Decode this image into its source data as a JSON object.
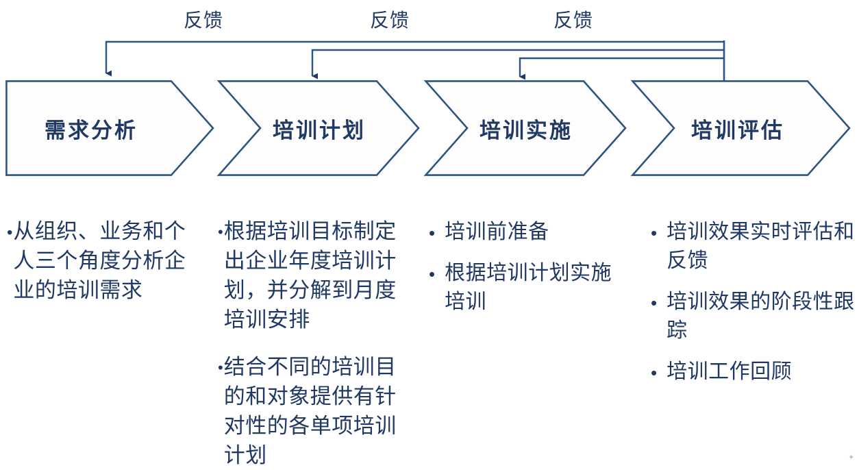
{
  "diagram": {
    "title_implied": "培训流程",
    "colors": {
      "stroke": "#2E5481",
      "text": "#1F3864",
      "background": "#FFFFFF",
      "fill": "#FDFDFD"
    },
    "stages": [
      {
        "label": "需求分析",
        "id": "stage-1"
      },
      {
        "label": "培训计划",
        "id": "stage-2"
      },
      {
        "label": "培训实施",
        "id": "stage-3"
      },
      {
        "label": "培训评估",
        "id": "stage-4"
      }
    ],
    "feedback_labels": [
      {
        "label": "反馈"
      },
      {
        "label": "反馈"
      },
      {
        "label": "反馈"
      }
    ],
    "columns": [
      {
        "stage": "需求分析",
        "bullets": [
          "从组织、业务和个人三个角度分析企业的培训需求"
        ]
      },
      {
        "stage": "培训计划",
        "bullets": [
          "根据培训目标制定出企业年度培训计划，并分解到月度培训安排",
          "结合不同的培训目的和对象提供有针对性的各单项培训计划"
        ]
      },
      {
        "stage": "培训实施",
        "bullets": [
          "培训前准备",
          "根据培训计划实施培训"
        ]
      },
      {
        "stage": "培训评估",
        "bullets": [
          "培训效果实时评估和反馈",
          "培训效果的阶段性跟踪",
          "培训工作回顾"
        ]
      }
    ],
    "bullet_glyph": "•",
    "artifact_glyph": "✦"
  }
}
